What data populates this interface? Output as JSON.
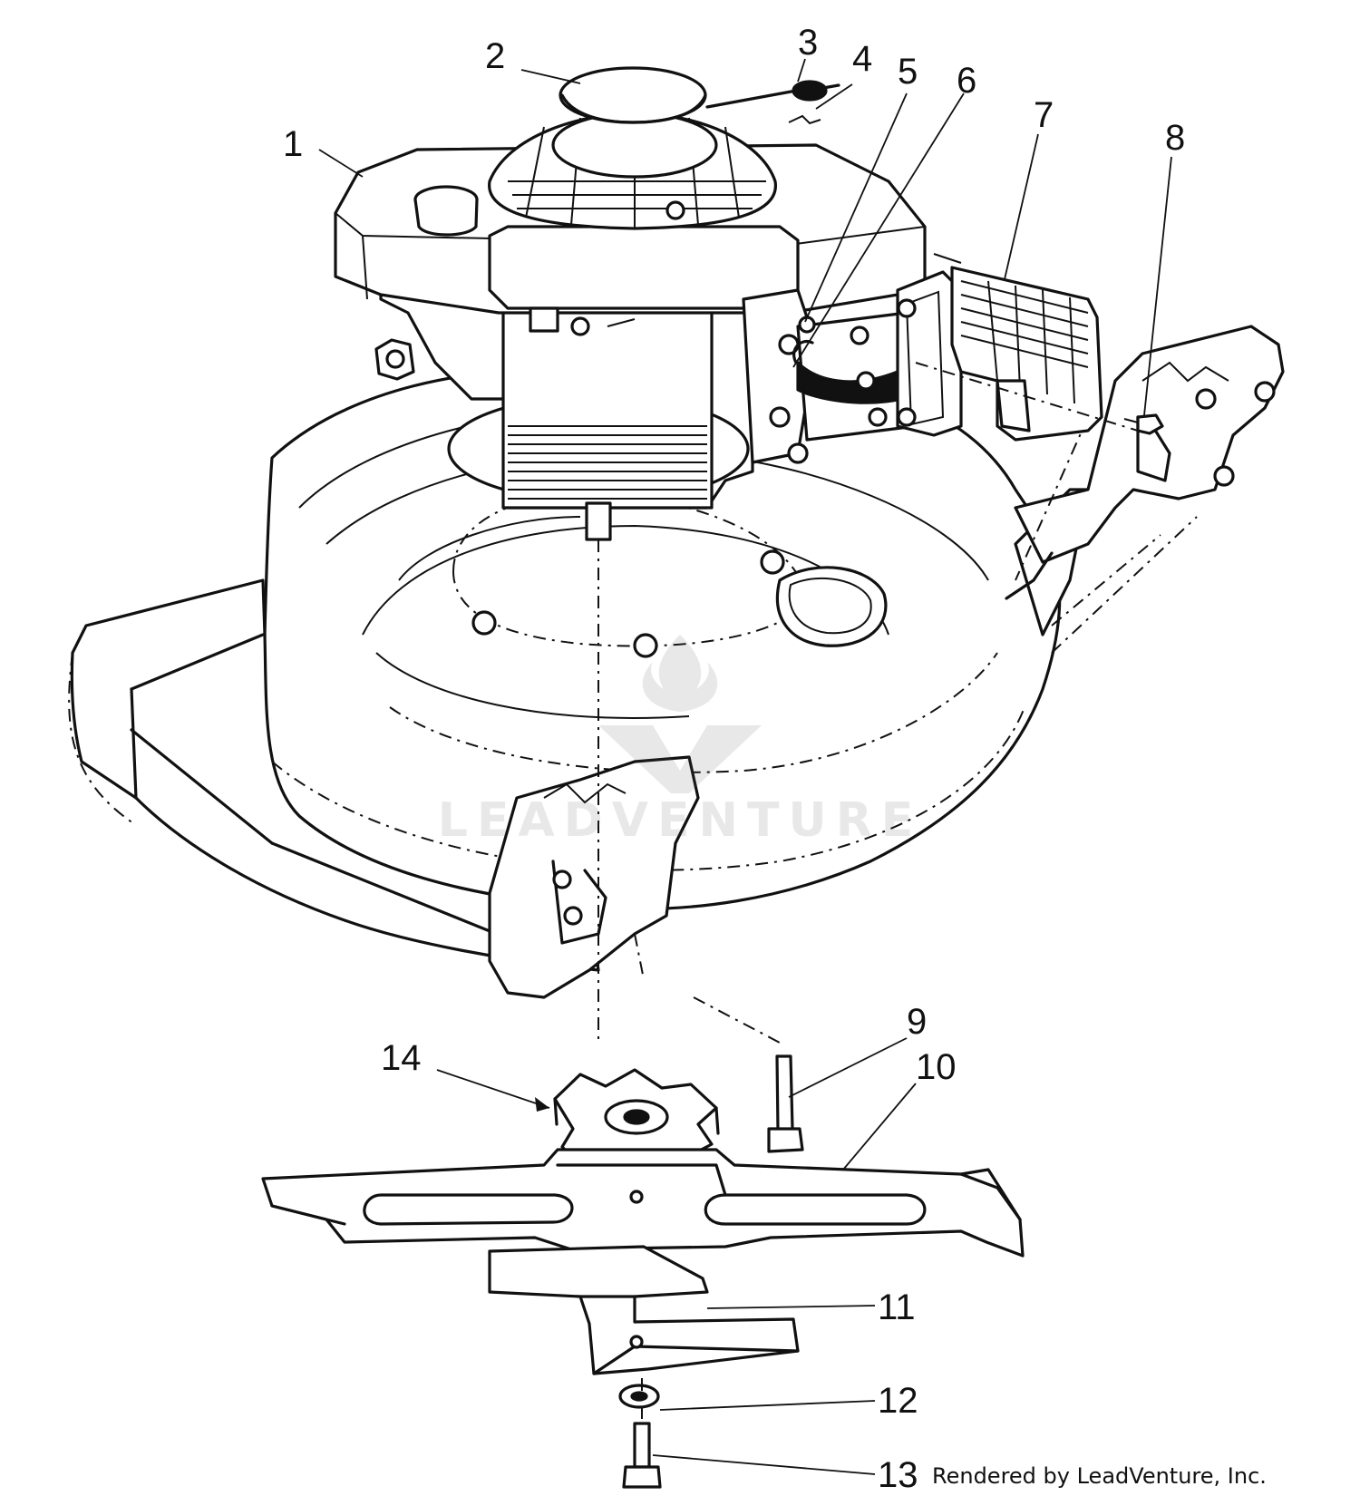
{
  "diagram": {
    "callouts": [
      {
        "id": "1",
        "label": "1"
      },
      {
        "id": "2",
        "label": "2"
      },
      {
        "id": "3",
        "label": "3"
      },
      {
        "id": "4",
        "label": "4"
      },
      {
        "id": "5",
        "label": "5"
      },
      {
        "id": "6",
        "label": "6"
      },
      {
        "id": "7",
        "label": "7"
      },
      {
        "id": "8",
        "label": "8"
      },
      {
        "id": "9",
        "label": "9"
      },
      {
        "id": "10",
        "label": "10"
      },
      {
        "id": "11",
        "label": "11"
      },
      {
        "id": "12",
        "label": "12"
      },
      {
        "id": "13",
        "label": "13"
      },
      {
        "id": "14",
        "label": "14"
      }
    ]
  },
  "watermark": {
    "text": "LEADVENTURE",
    "icon": "leadventure-logo-icon"
  },
  "credit": {
    "text": "Rendered by LeadVenture, Inc."
  }
}
